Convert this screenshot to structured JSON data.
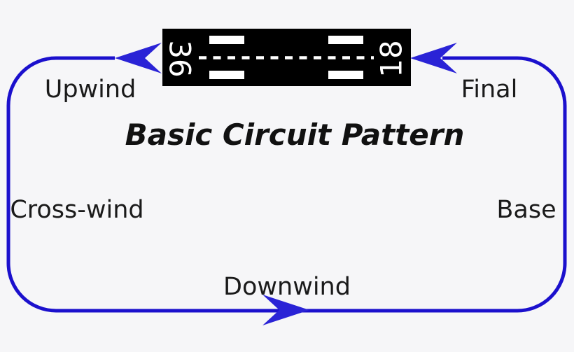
{
  "diagram": {
    "title": "Basic Circuit Pattern",
    "legs": {
      "upwind": "Upwind",
      "crosswind": "Cross-wind",
      "downwind": "Downwind",
      "base": "Base",
      "final": "Final"
    },
    "runway": {
      "left_number": "36",
      "right_number": "18"
    }
  },
  "colors": {
    "circuit_line": "#1b10cd",
    "arrow_fill": "#2a23d6",
    "runway_surface": "#000000",
    "runway_marking": "#ffffff",
    "label_text": "#1a1a1a",
    "title_text": "#111111",
    "background": "#f6f6f8"
  }
}
